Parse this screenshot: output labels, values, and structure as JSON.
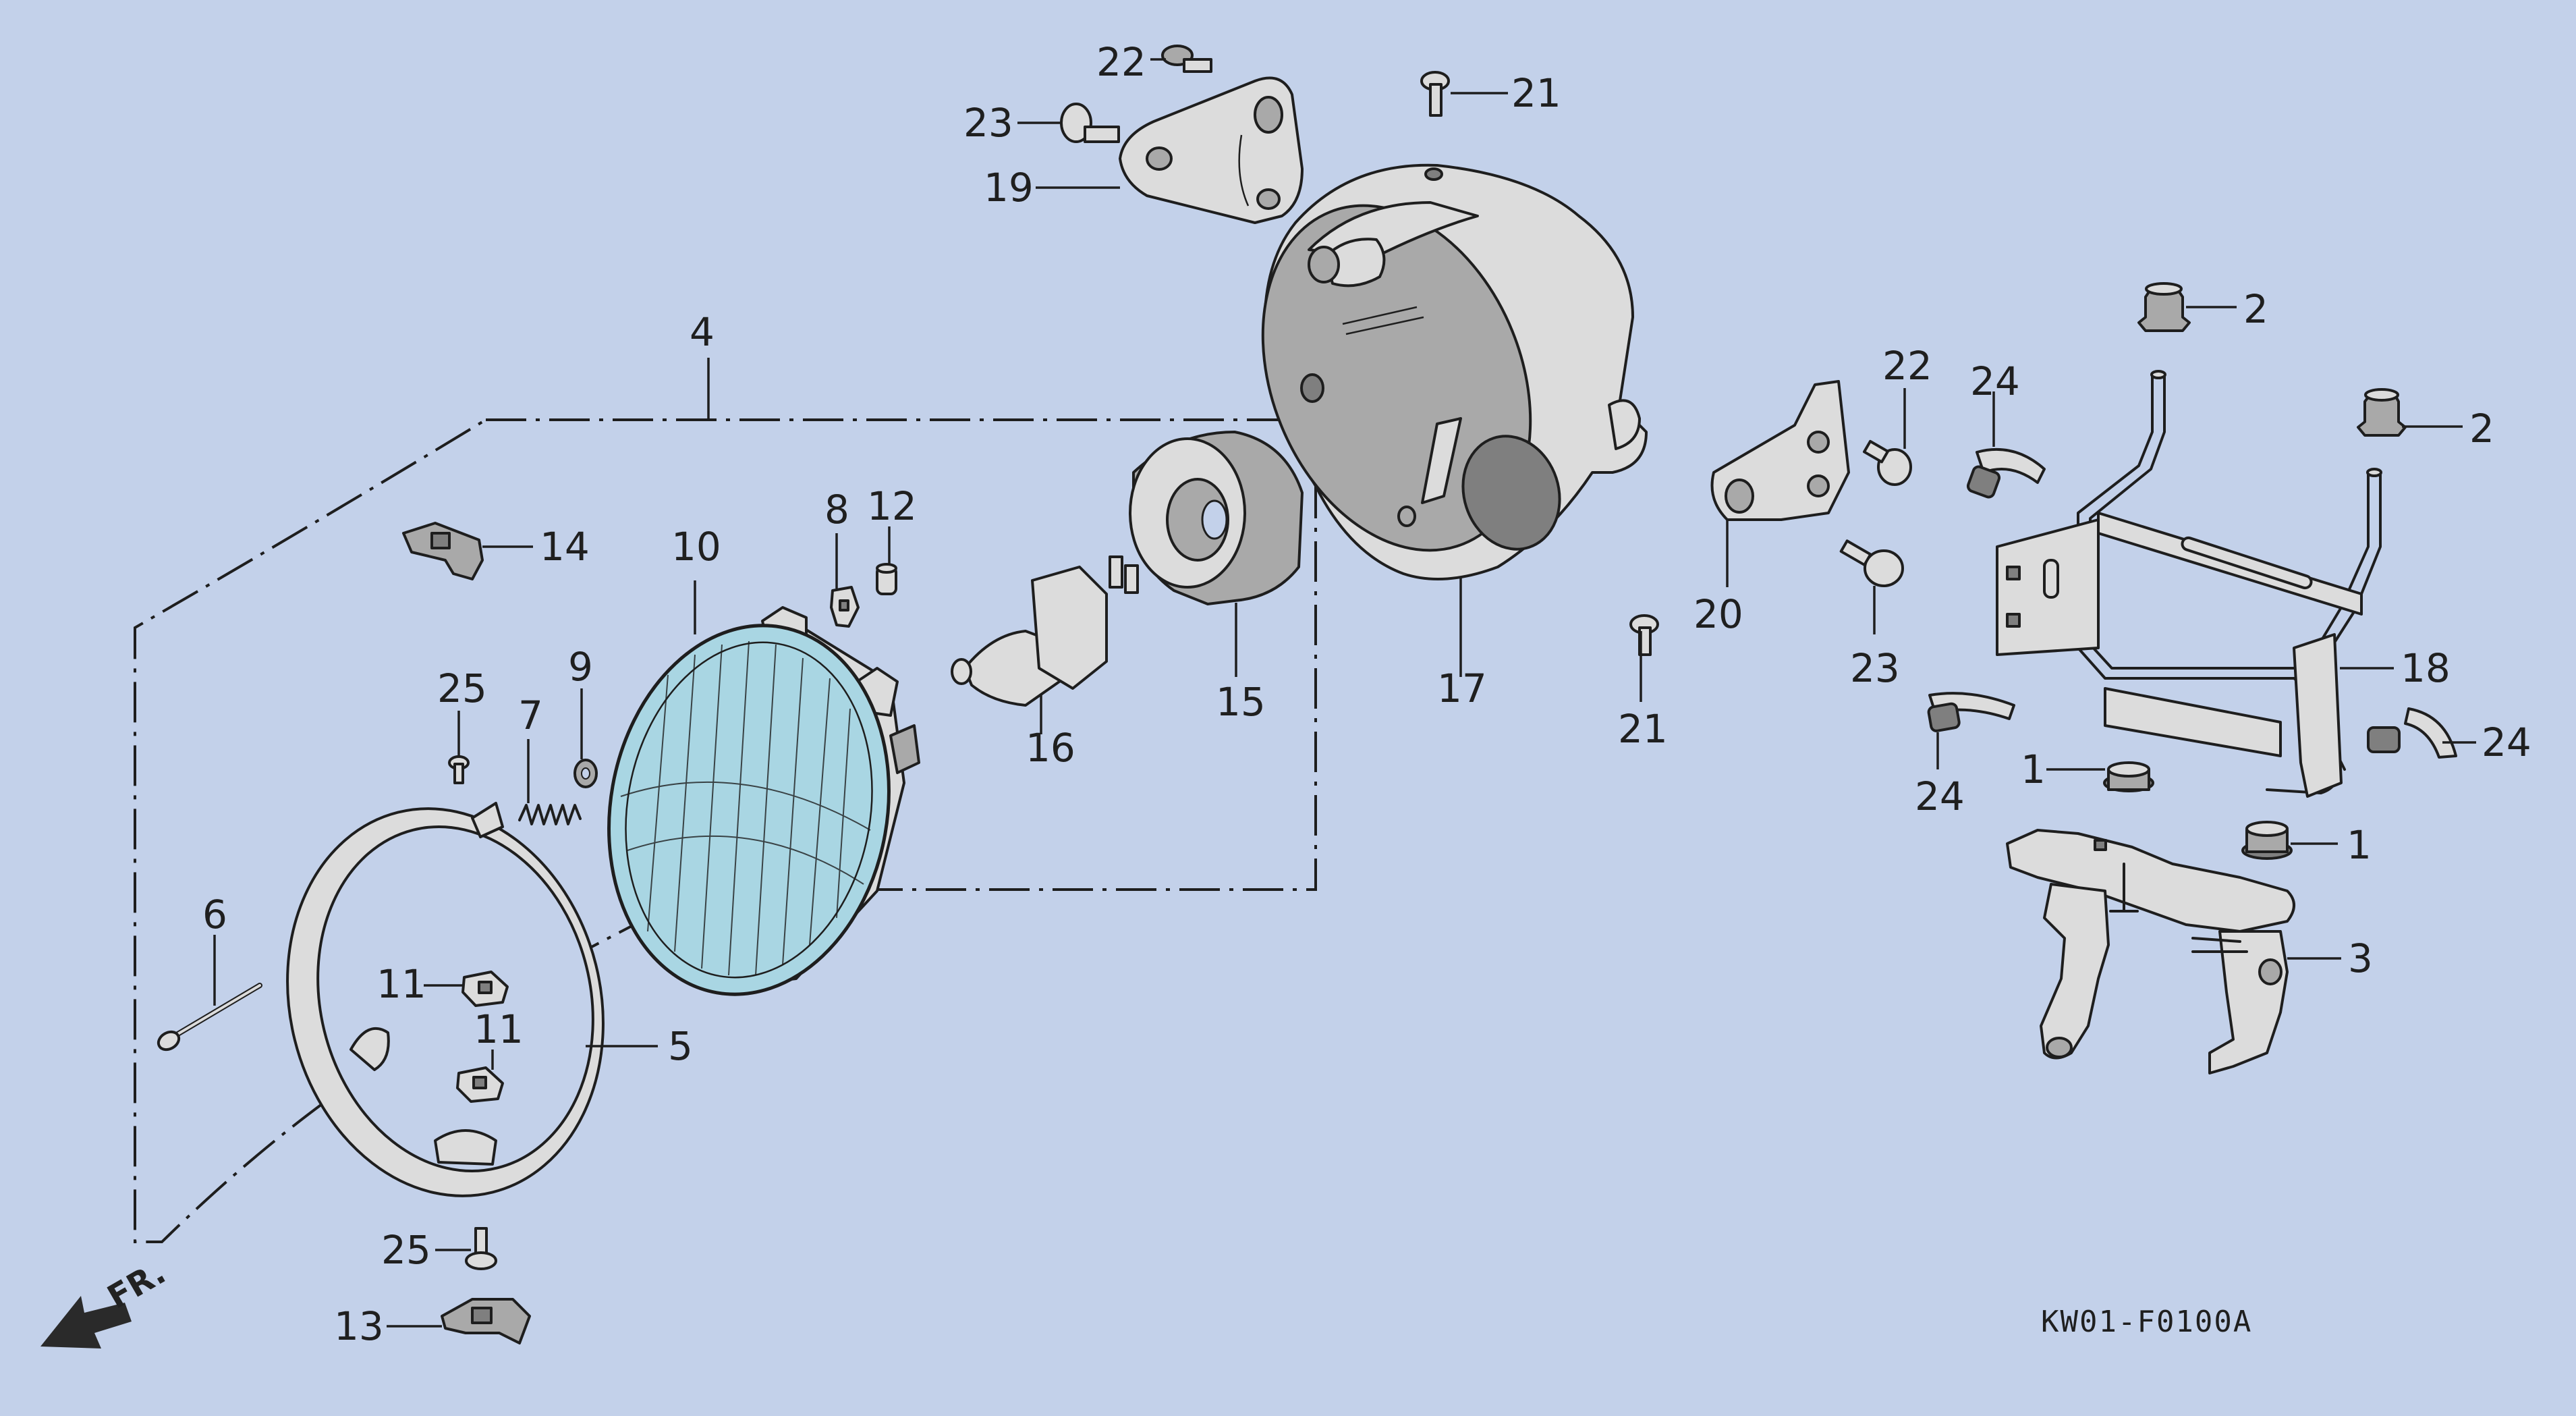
{
  "callouts": {
    "c1a": "1",
    "c1b": "1",
    "c2a": "2",
    "c2b": "2",
    "c3": "3",
    "c4": "4",
    "c5": "5",
    "c6": "6",
    "c7": "7",
    "c8": "8",
    "c9": "9",
    "c10": "10",
    "c11a": "11",
    "c11b": "11",
    "c12": "12",
    "c13": "13",
    "c14": "14",
    "c15": "15",
    "c16": "16",
    "c17": "17",
    "c18": "18",
    "c19": "19",
    "c20": "20",
    "c21a": "21",
    "c21b": "21",
    "c22a": "22",
    "c22b": "22",
    "c23a": "23",
    "c23b": "23",
    "c24a": "24",
    "c24b": "24",
    "c24c": "24",
    "c25a": "25",
    "c25b": "25"
  },
  "front_arrow": {
    "label": "FR."
  },
  "drawing_code": "KW01-F0100A",
  "colors": {
    "background": "#c3d1ea",
    "lens": "#a9d6e3",
    "ink": "#1e1e1e"
  }
}
